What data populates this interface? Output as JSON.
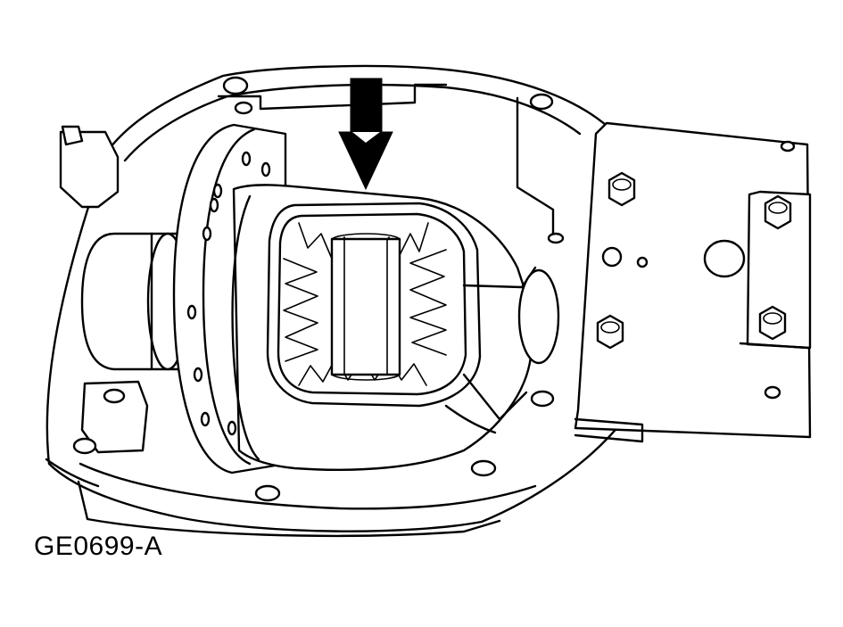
{
  "figure": {
    "id_label": "GE0699-A",
    "subject": "differential-case-in-carrier",
    "callout": "downward-arrow",
    "line_color": "#000000",
    "background": "#ffffff"
  }
}
